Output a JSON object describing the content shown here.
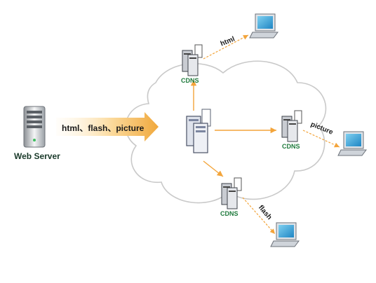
{
  "colors": {
    "cloud_stroke": "#c9c9c9",
    "cdns_text": "#1e7a3c",
    "connector": "#f3a43a",
    "big_arrow": "#f0a83c",
    "laptop_screen": "#3aa7d8"
  },
  "web_server": {
    "label": "Web Server",
    "icon": "server-tower-icon"
  },
  "content_arrow": {
    "label": "html、flash、picture"
  },
  "center_node": {
    "icon": "server-cluster-icon"
  },
  "cdns_nodes": [
    {
      "id": "top",
      "label": "CDNS",
      "icon": "server-cluster-icon"
    },
    {
      "id": "right",
      "label": "CDNS",
      "icon": "server-cluster-icon"
    },
    {
      "id": "bottom",
      "label": "CDNS",
      "icon": "server-cluster-icon"
    }
  ],
  "clients": [
    {
      "id": "top",
      "edge_label": "html",
      "icon": "laptop-icon"
    },
    {
      "id": "right",
      "edge_label": "picture",
      "icon": "laptop-icon"
    },
    {
      "id": "bottom",
      "edge_label": "flash",
      "icon": "laptop-icon"
    }
  ]
}
